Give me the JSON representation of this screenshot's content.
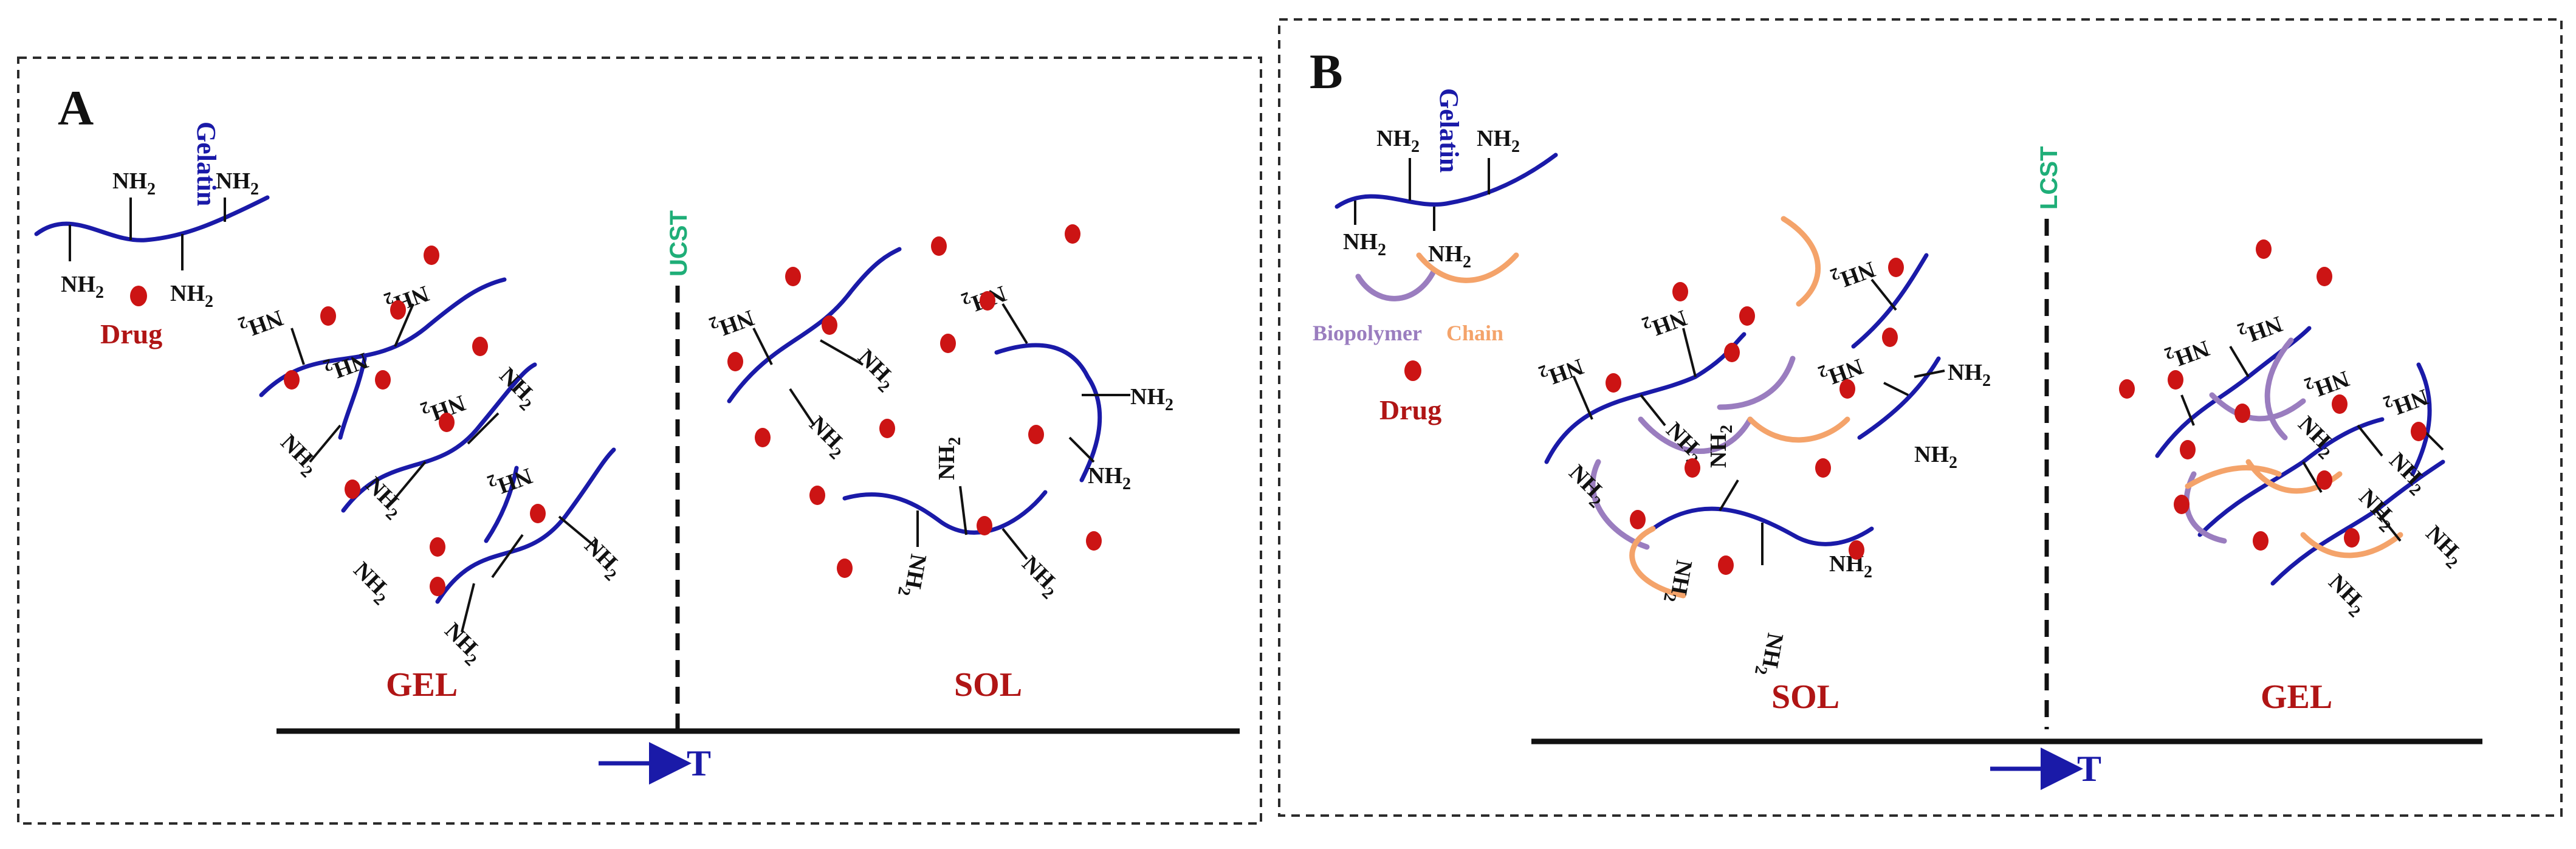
{
  "panels": {
    "a": {
      "letter": "A",
      "legend": {
        "gelatin": "Gelatin",
        "drug": "Drug",
        "amine": "NH2"
      },
      "critical_temp": "UCST",
      "left_state": "GEL",
      "right_state": "SOL",
      "axis_label": "T"
    },
    "b": {
      "letter": "B",
      "legend": {
        "gelatin": "Gelatin",
        "biopolymer": "Biopolymer",
        "chain": "Chain",
        "drug": "Drug",
        "amine": "NH2"
      },
      "critical_temp": "LCST",
      "left_state": "SOL",
      "right_state": "GEL",
      "axis_label": "T"
    }
  },
  "colors": {
    "gelatin_chain": "#1a1aa8",
    "biopolymer_chain": "#9a7dbf",
    "second_chain": "#f4a36a",
    "drug": "#cc1414",
    "critical_temp_label": "#1fae78",
    "state_label": "#b01515"
  }
}
